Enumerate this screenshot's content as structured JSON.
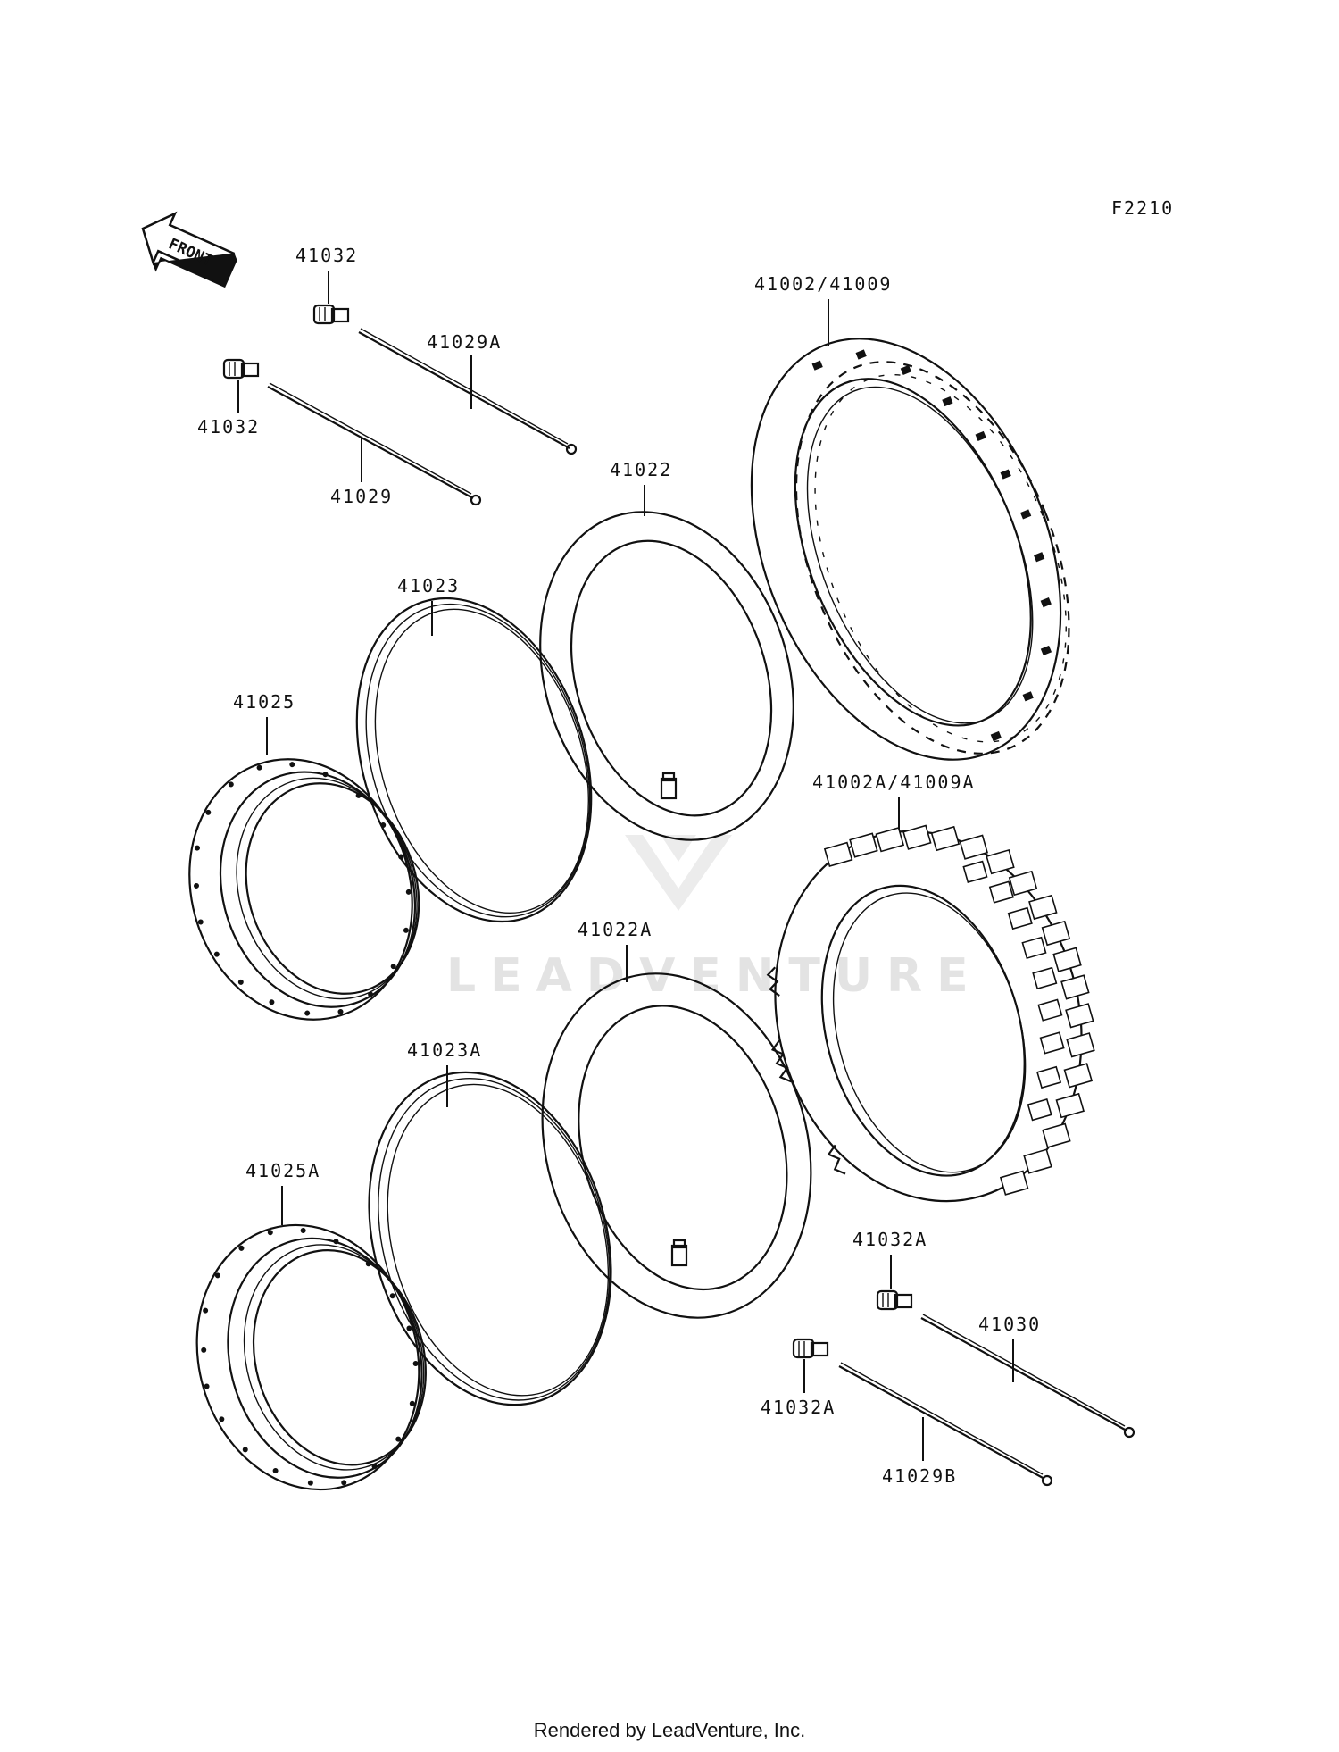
{
  "diagram_code": "F2210",
  "front_arrow_text": "FRONT",
  "watermark": "LEADVENTURE",
  "footer": "Rendered by LeadVenture, Inc.",
  "labels": {
    "valve_top_1": "41032",
    "spoke_1": "41029A",
    "valve_top_2": "41032",
    "spoke_2": "41029",
    "tire_front": "41002/41009",
    "tube_front": "41022",
    "rimband_front": "41023",
    "rim_front": "41025",
    "tire_rear": "41002A/41009A",
    "tube_rear": "41022A",
    "rimband_rear": "41023A",
    "rim_rear": "41025A",
    "valve_bottom_1": "41032A",
    "spoke_3": "41030",
    "valve_bottom_2": "41032A",
    "spoke_4": "41029B"
  }
}
